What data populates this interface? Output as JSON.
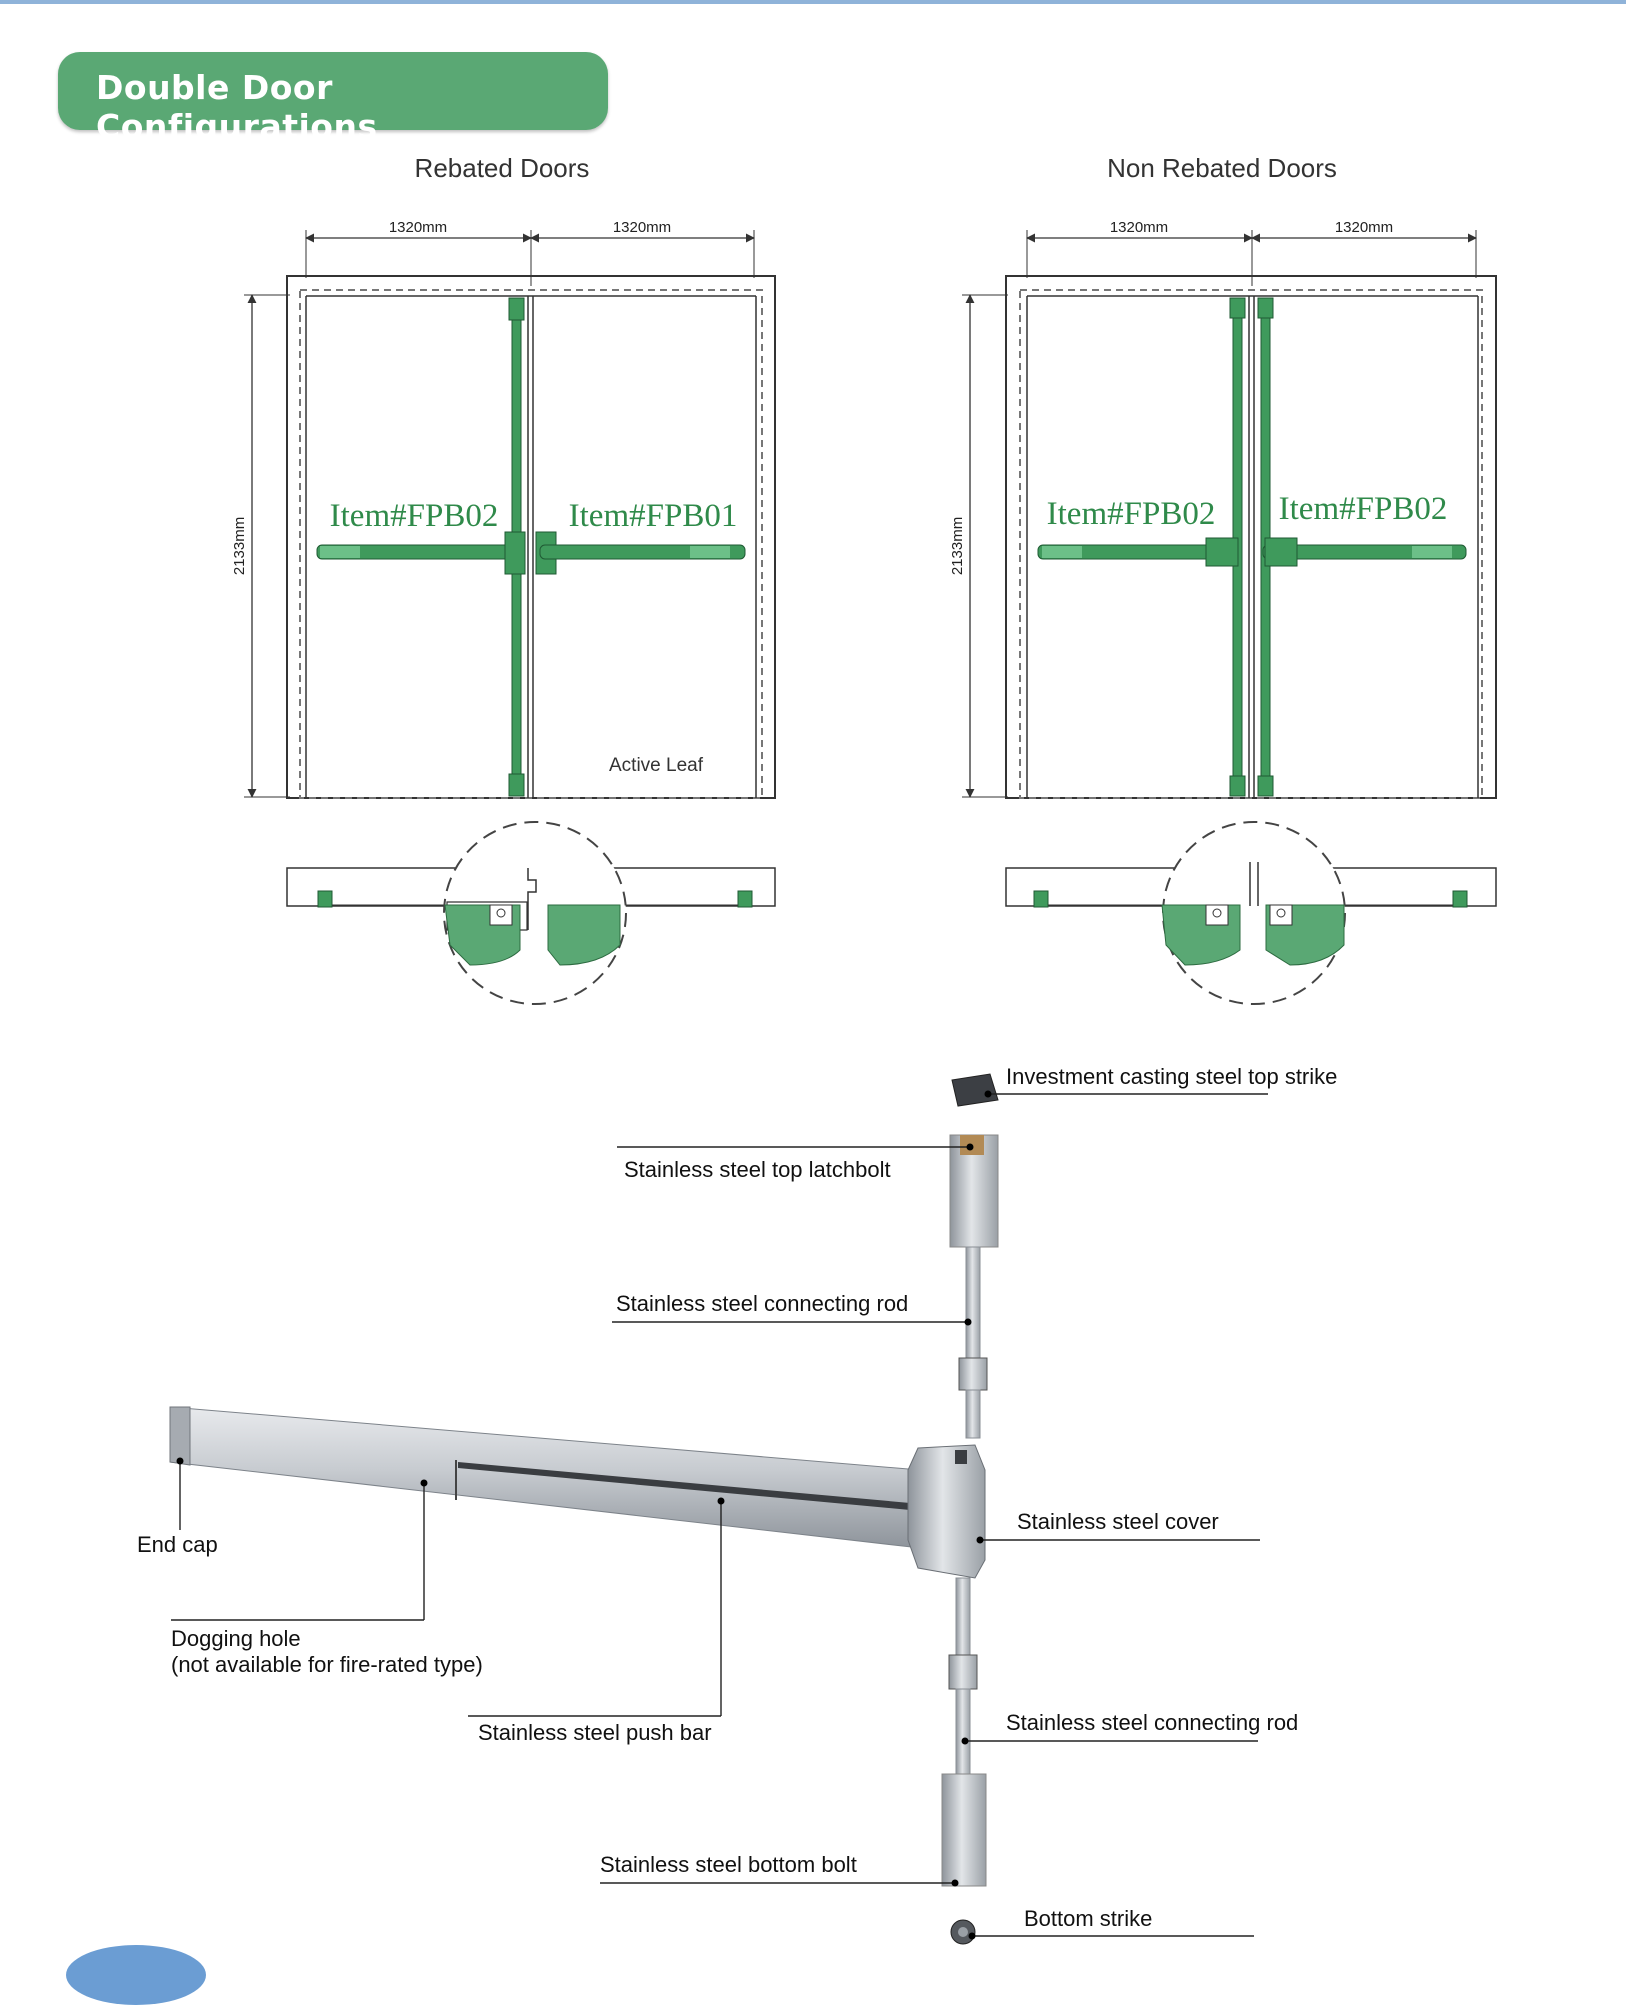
{
  "section_title": "Double Door Configurations",
  "rebated": {
    "title": "Rebated Doors",
    "width_left": "1320mm",
    "width_right": "1320mm",
    "height": "2133mm",
    "item_left": "Item#FPB02",
    "item_right": "Item#FPB01",
    "active_leaf": "Active Leaf"
  },
  "non_rebated": {
    "title": "Non Rebated Doors",
    "width_left": "1320mm",
    "width_right": "1320mm",
    "height": "2133mm",
    "item_left": "Item#FPB02",
    "item_right": "Item#FPB02"
  },
  "parts": {
    "top_strike": "Investment casting steel top strike",
    "top_latchbolt": "Stainless steel top latchbolt",
    "connecting_rod_upper": "Stainless steel connecting rod",
    "cover": "Stainless steel cover",
    "end_cap": "End cap",
    "dogging_hole_1": "Dogging hole",
    "dogging_hole_2": "(not available for fire-rated type)",
    "push_bar": "Stainless steel push bar",
    "connecting_rod_lower": "Stainless steel connecting rod",
    "bottom_bolt": "Stainless steel bottom bolt",
    "bottom_strike": "Bottom strike"
  },
  "colors": {
    "accent_green": "#5aa874",
    "hardware_green": "#3f9a5c",
    "steel": "#b8bcc2"
  }
}
